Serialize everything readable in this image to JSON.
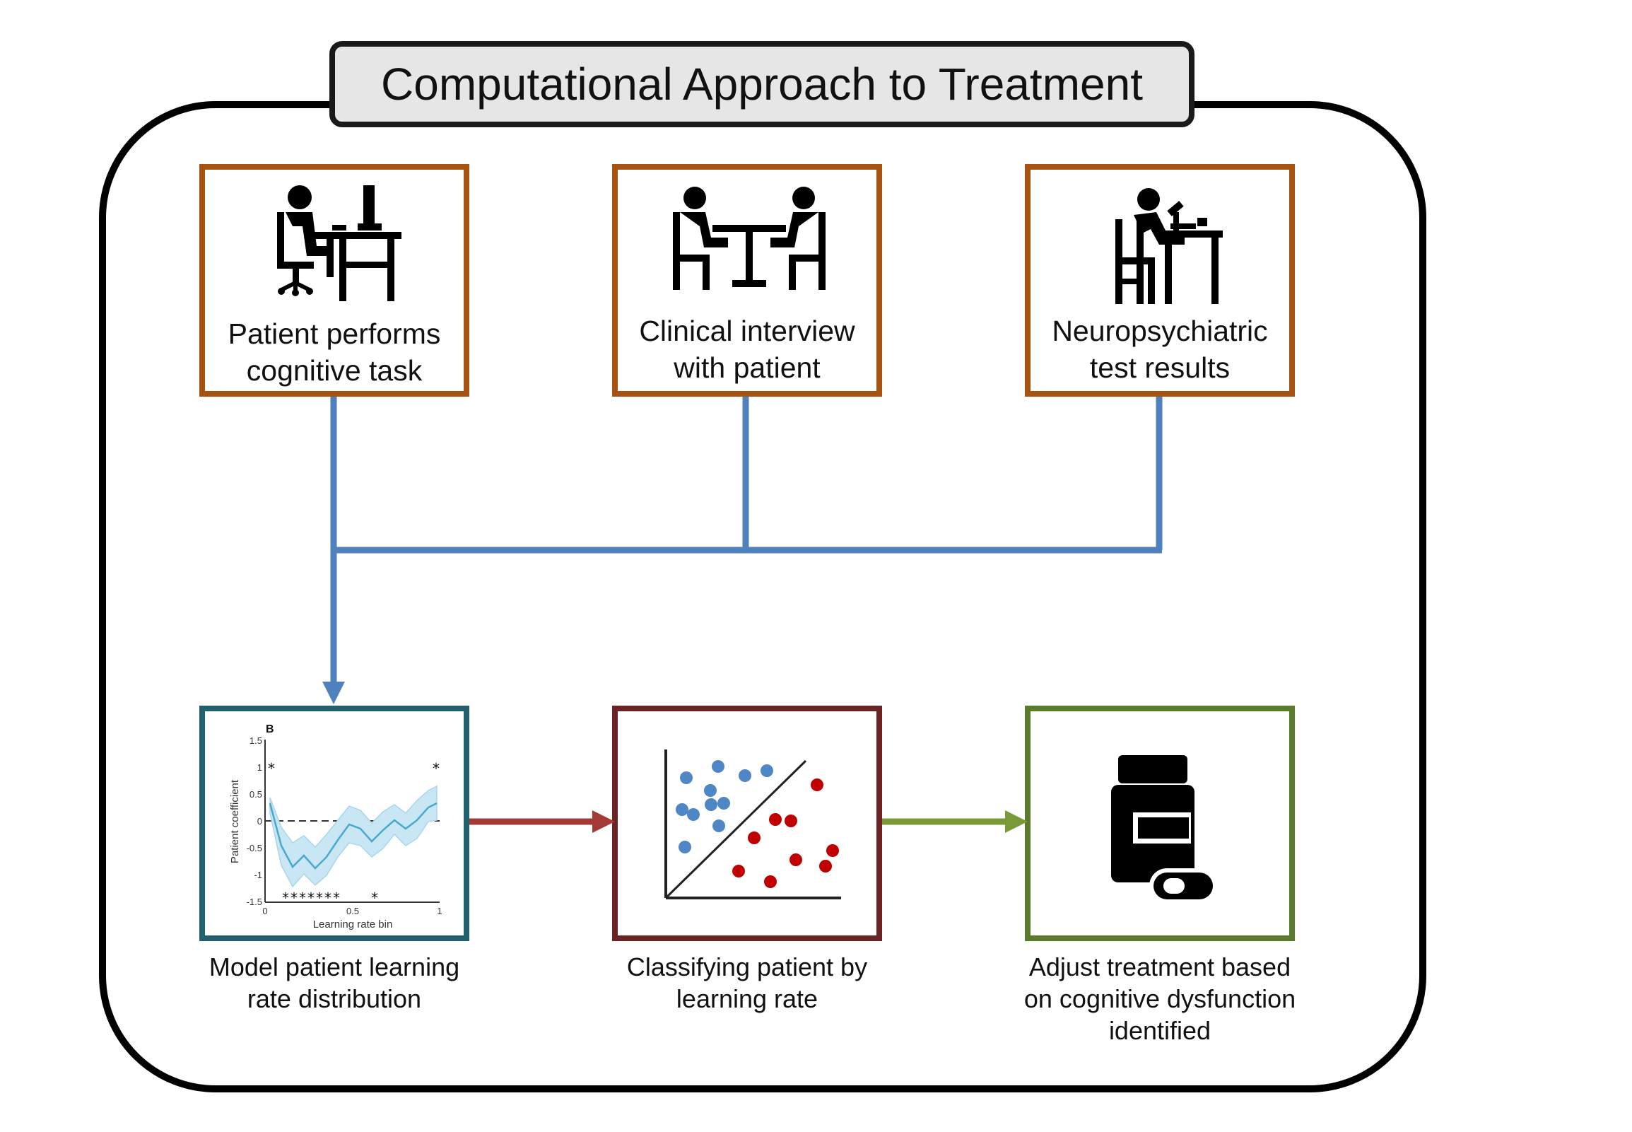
{
  "title": "Computational Approach to Treatment",
  "colors": {
    "outer_border": "#000000",
    "title_fill": "#e6e6e6",
    "input_box_border": "#a8520f",
    "connector_blue": "#4f81bd",
    "model_box_border": "#23606e",
    "classify_box_border": "#6b2424",
    "treatment_box_border": "#5a7b2c",
    "arrow_red": "#a33a35",
    "arrow_green": "#7a9a3a",
    "scatter_blue": "#4f86c6",
    "scatter_red": "#c00000",
    "shade_blue": "#c8e6f4",
    "line_blue": "#4aa8cf"
  },
  "inputs": [
    {
      "icon": "person-at-computer-desk-icon",
      "line1": "Patient performs",
      "line2": "cognitive task"
    },
    {
      "icon": "two-people-at-table-icon",
      "line1": "Clinical interview",
      "line2": "with patient"
    },
    {
      "icon": "person-with-microscope-icon",
      "line1": "Neuropsychiatric",
      "line2": "test results"
    }
  ],
  "steps": [
    {
      "icon": "learning-rate-plot",
      "line1": "Model patient learning",
      "line2": "rate distribution"
    },
    {
      "icon": "scatter-classifier-icon",
      "line1": "Classifying patient by",
      "line2": "learning rate"
    },
    {
      "icon": "pill-bottle-icon",
      "line1": "Adjust treatment based",
      "line2": "on cognitive dysfunction",
      "line3": "identified"
    }
  ],
  "mini_plot": {
    "panel_label": "B",
    "ylabel": "Patient coefficient",
    "xlabel": "Learning rate bin",
    "yticks": [
      "1.5",
      "1",
      "0.5",
      "0",
      "-0.5",
      "-1",
      "-1.5"
    ],
    "xticks": [
      "0",
      "0.5",
      "1"
    ],
    "star": "*"
  }
}
